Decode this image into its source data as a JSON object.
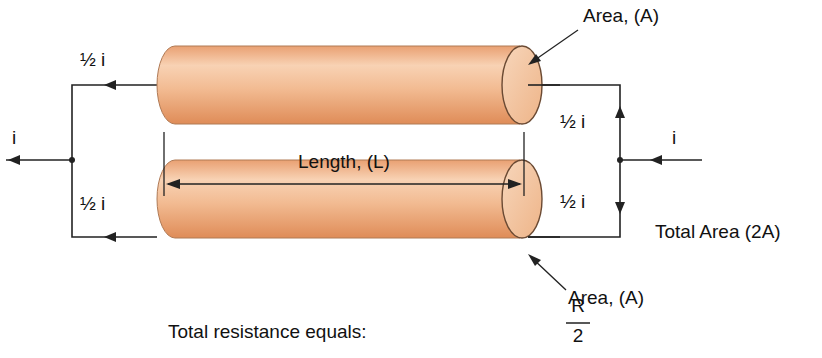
{
  "diagram": {
    "labels": [
      "½ i",
      "i",
      "½ i",
      "Area, (A)",
      "Length, (L)",
      "½ i",
      "i",
      "½ i",
      "Total Area (2A)",
      "Area, (A)",
      "Total resistance equals:",
      "R",
      "2"
    ]
  }
}
